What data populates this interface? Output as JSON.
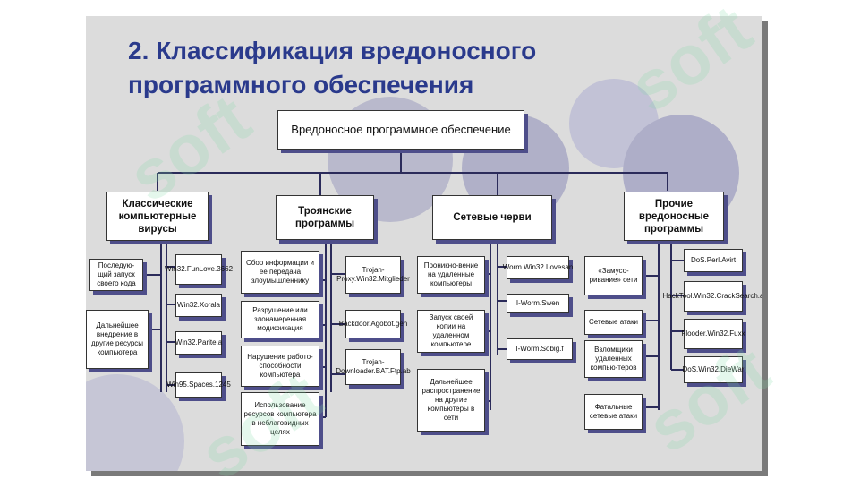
{
  "title": "2. Классификация вредоносного программного обеспечения",
  "watermark": "soft",
  "colors": {
    "title": "#2a3a8c",
    "box_shadow": "#4e4e8a",
    "background": "#dcdcdc"
  },
  "root": "Вредоносное программное обеспечение",
  "categories": [
    {
      "label": "Классические компьютерные вирусы",
      "left": [
        "Последую-щий запуск своего кода",
        "Дальнейшее внедрение в другие ресурсы компьютера"
      ],
      "right": [
        "Win32.FunLove.3662",
        "Win32.Xorala",
        "Win32.Parite.a",
        "Win95.Spaces.1245"
      ]
    },
    {
      "label": "Троянские программы",
      "left": [
        "Сбор информации и ее передача злоумышленнику",
        "Разрушение или злонамеренная модификация",
        "Нарушение работо-способности компьютера",
        "Использование ресурсов компьютера в неблаговидных целях"
      ],
      "right": [
        "Trojan-Proxy.Win32.Mitglieder",
        "Backdoor.Agobot.gen",
        "Trojan-Downloader.BAT.Ftp.ab"
      ]
    },
    {
      "label": "Сетевые черви",
      "left": [
        "Проникно-вение на удаленные компьютеры",
        "Запуск своей копии на удаленном компьютере",
        "Дальнейшее распространение на другие компьютеры в сети"
      ],
      "right": [
        "Worm.Win32.Lovesan",
        "I-Worm.Swen",
        "I-Worm.Sobig.f"
      ]
    },
    {
      "label": "Прочие вредоносные программы",
      "left": [
        "«Замусо-ривание» сети",
        "Сетевые атаки",
        "Взломщики удаленных компью-теров",
        "Фатальные сетевые атаки"
      ],
      "right": [
        "DoS.Perl.Avirt",
        "HackTool.Win32.CrackSearch.a",
        "Flooder.Win32.Fuxx",
        "DoS.Win32.DieWar"
      ]
    }
  ]
}
